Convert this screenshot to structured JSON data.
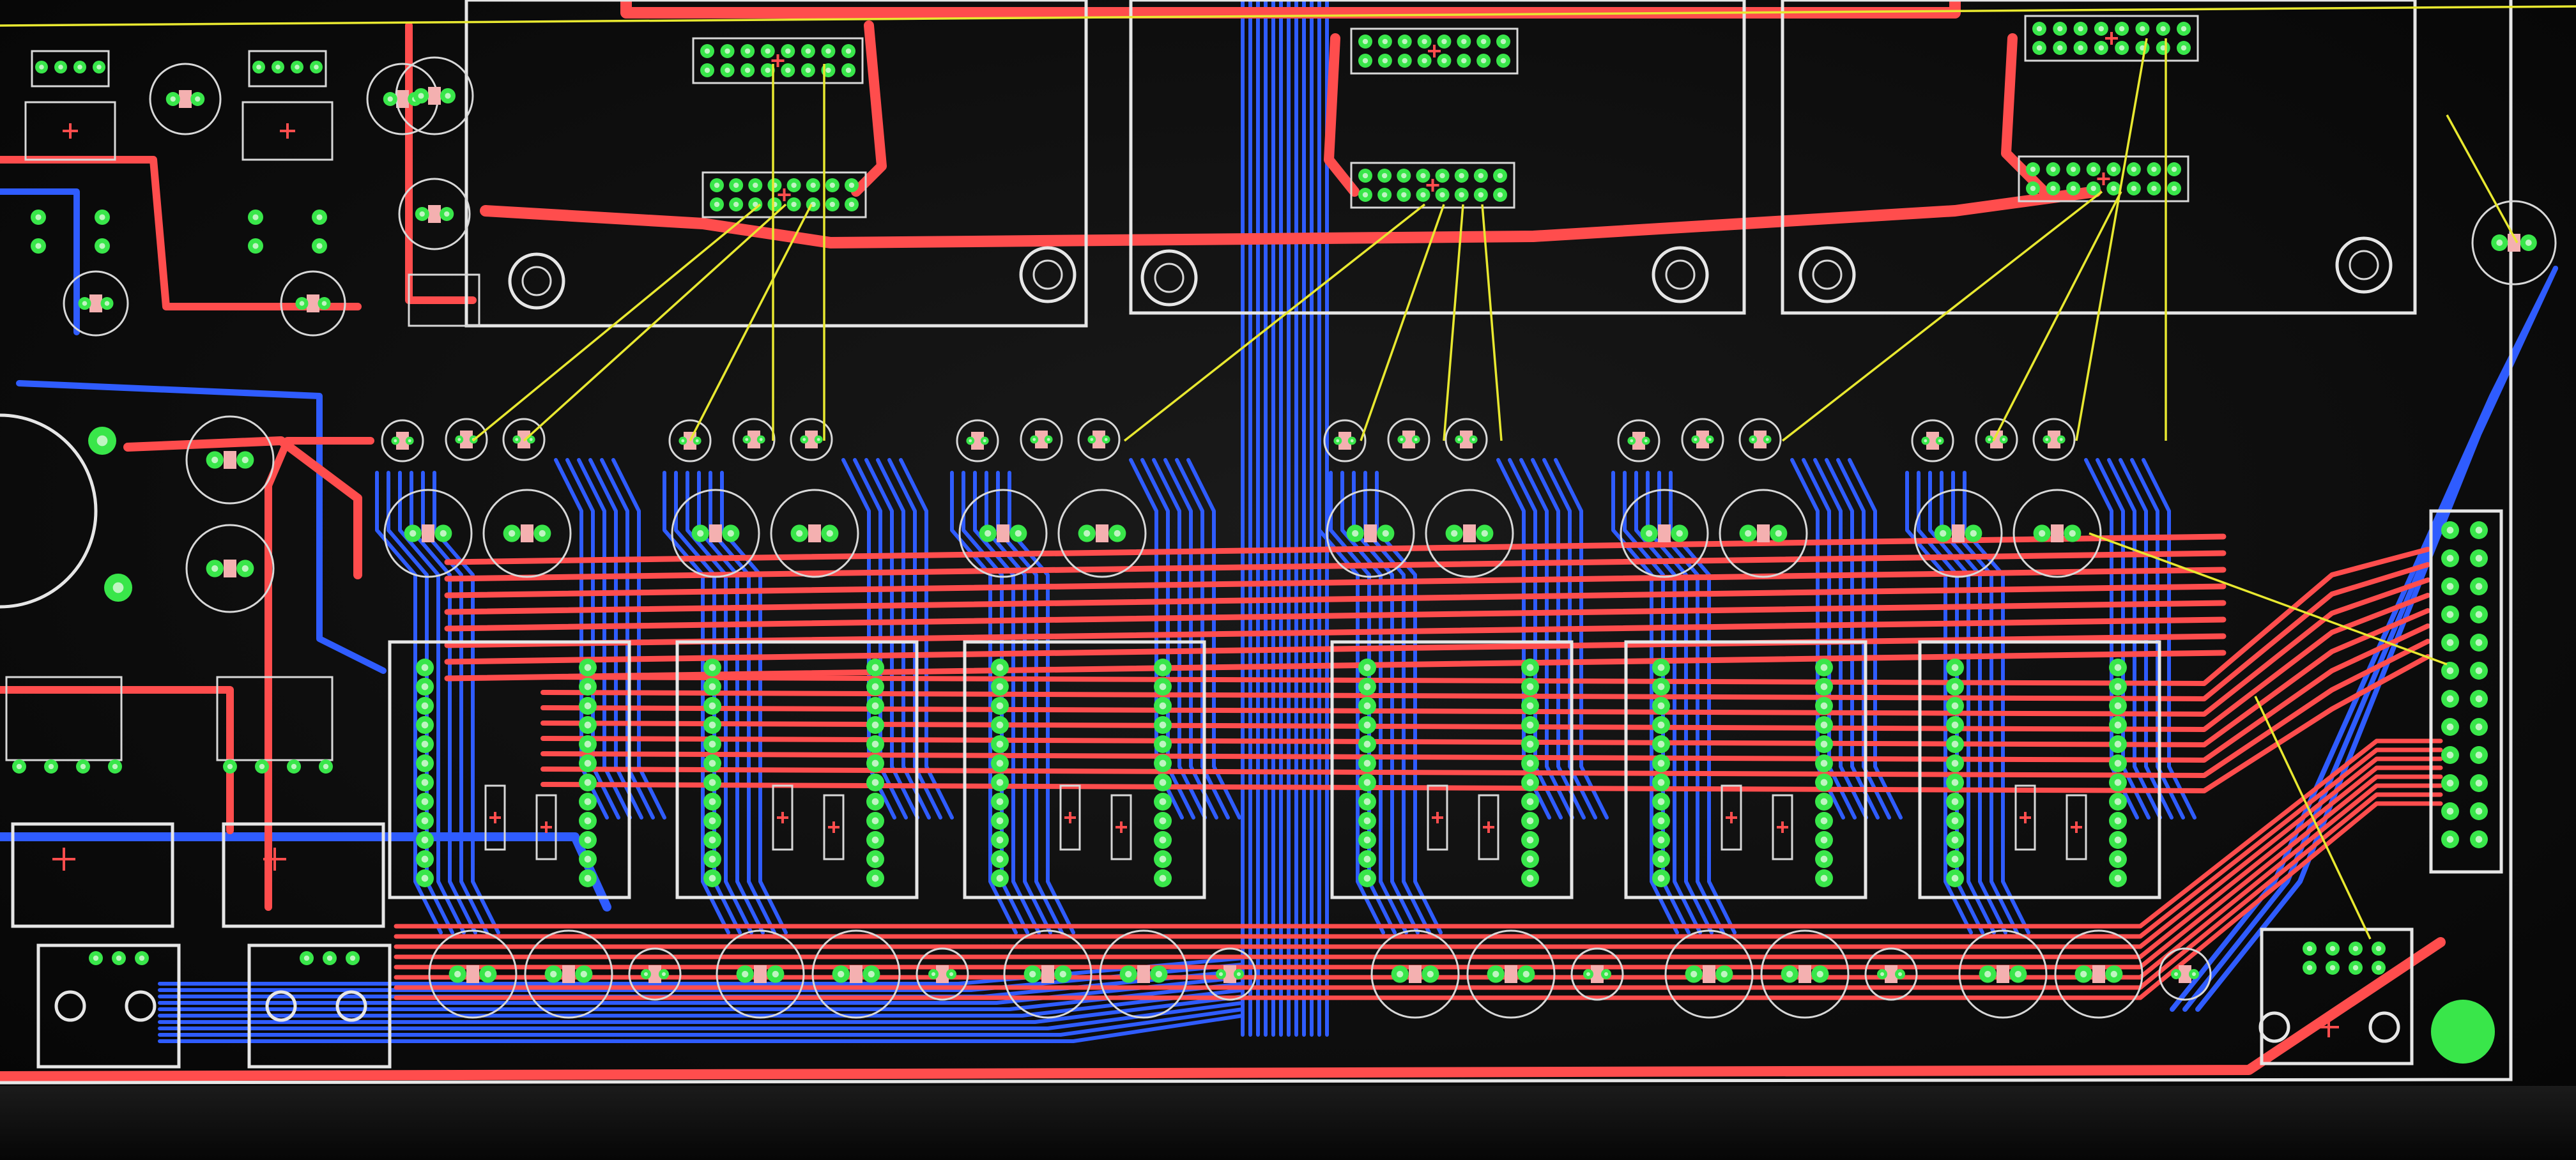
{
  "app": {
    "view": "pcb-board-layout",
    "note_visible_text": ""
  },
  "colors": {
    "background": "#0b0b0b",
    "top_copper": "#ff4d4d",
    "bottom_copper": "#2f5cff",
    "pad": "#39e64a",
    "pad_hole": "#bff5c2",
    "silkscreen": "#e6e6e6",
    "ratsnest": "#e8e830"
  },
  "icons": {
    "component_origin": "red-cross-icon",
    "mounting_hole": "mounting-hole-icon"
  },
  "board": {
    "header_modules_count": 6,
    "electrolytic_caps_bottom_row": 18,
    "regulator_blocks": 2,
    "connector_pins_right": 24
  }
}
